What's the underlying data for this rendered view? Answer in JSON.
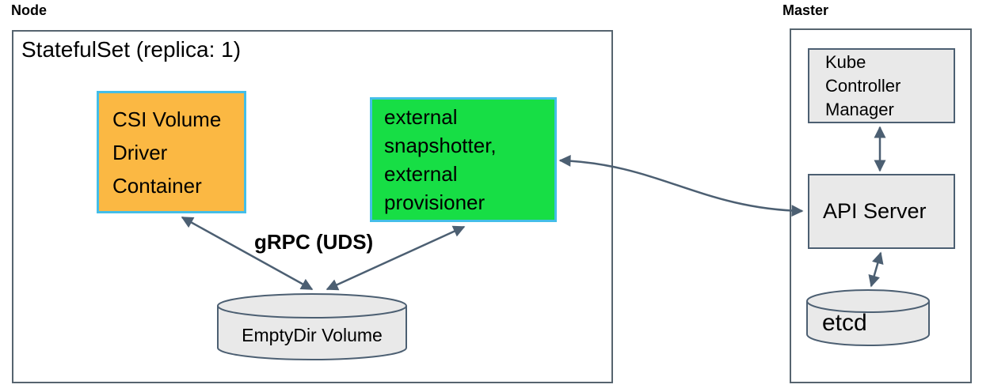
{
  "colors": {
    "accent_orange": "#FBB843",
    "accent_green": "#17DE45",
    "box_border_blue": "#44BEE8",
    "stroke_slate": "#4C5F72",
    "fill_gray": "#E9E9E9",
    "outer_border": "#56646F",
    "text": "#000000",
    "canvas_bg": "#FFFFFF"
  },
  "node": {
    "group_label": "Node",
    "statefulset_label": "StatefulSet (replica: 1)",
    "csi_driver_box": "CSI Volume\nDriver\nContainer",
    "sidecars_box": "external\nsnapshotter,\nexternal\nprovisioner",
    "grpc_label": "gRPC (UDS)",
    "emptydir_label": "EmptyDir Volume"
  },
  "master": {
    "group_label": "Master",
    "kcm_box": "Kube\nController\nManager",
    "api_server_box": "API Server",
    "etcd_label": "etcd"
  },
  "connections": [
    {
      "from": "CSI Volume Driver Container",
      "to": "EmptyDir Volume",
      "label": "gRPC (UDS)",
      "bidirectional": true
    },
    {
      "from": "external snapshotter, external provisioner",
      "to": "EmptyDir Volume",
      "label": "gRPC (UDS)",
      "bidirectional": true
    },
    {
      "from": "external snapshotter, external provisioner",
      "to": "API Server",
      "bidirectional": true
    },
    {
      "from": "Kube Controller Manager",
      "to": "API Server",
      "bidirectional": true
    },
    {
      "from": "API Server",
      "to": "etcd",
      "bidirectional": true
    }
  ]
}
